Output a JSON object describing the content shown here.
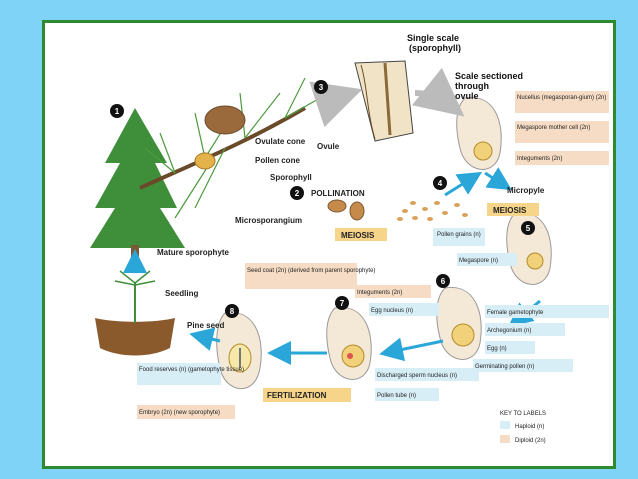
{
  "colors": {
    "background": "#7fd3f7",
    "frame_border": "#2f8a2f",
    "haploid": "#d7eef7",
    "diploid": "#f6dcc4",
    "arrow": "#2aa6d8",
    "stage_box": "#f6d58a"
  },
  "labels": {
    "single_scale": "Single scale",
    "sporophyll_paren": "(sporophyll)",
    "scale_sectioned": "Scale sectioned",
    "through": "through",
    "ovule_word": "ovule",
    "ovule": "Ovule",
    "ovulate_cone": "Ovulate cone",
    "pollen_cone": "Pollen cone",
    "sporophyll": "Sporophyll",
    "pollination": "POLLINATION",
    "microsporangium": "Microsporangium",
    "meiosis_left": "MEIOSIS",
    "meiosis_right": "MEIOSIS",
    "micropyle": "Micropyle",
    "pollen_grains": "Pollen grains (n)",
    "nucellus": "Nucellus (megasporan-gium) (2n)",
    "megaspore_mother": "Megaspore mother cell (2n)",
    "integuments_top": "Integuments (2n)",
    "megaspore": "Megaspore (n)",
    "mature_sporophyte": "Mature sporophyte",
    "seedling": "Seedling",
    "seed_coat": "Seed coat (2n) (derived from parent sporophyte)",
    "pine_seed": "Pine seed",
    "food_reserves": "Food reserves (n) (gametophyte tissue)",
    "embryo": "Embryo (2n) (new sporophyte)",
    "fertilization": "FERTILIZATION",
    "integuments_mid": "Integuments (2n)",
    "egg_nucleus": "Egg nucleus (n)",
    "discharged_sperm": "Discharged sperm nucleus (n)",
    "pollen_tube": "Pollen tube (n)",
    "female_gametophyte": "Female gametophyte",
    "archegonium": "Archegonium (n)",
    "egg": "Egg (n)",
    "germinating_pollen": "Germinating pollen (n)",
    "key_title": "KEY TO LABELS",
    "key_haploid": "Haploid (n)",
    "key_diploid": "Diploid (2n)"
  },
  "steps": [
    "1",
    "2",
    "3",
    "4",
    "5",
    "6",
    "7",
    "8"
  ]
}
